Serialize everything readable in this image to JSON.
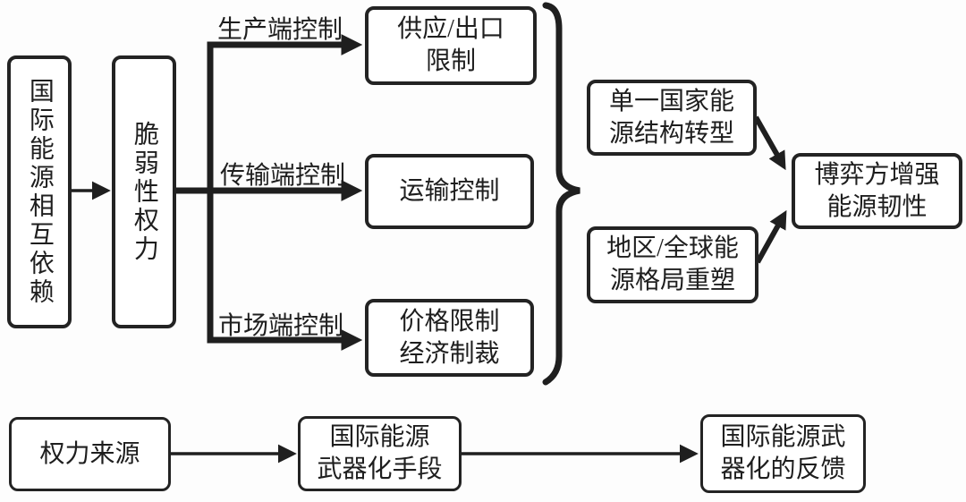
{
  "colors": {
    "ink": "#1f1f1f",
    "box_border": "#232323",
    "background": "#fdfdfd"
  },
  "nodes": {
    "interdependence": "国际能源相互依赖",
    "vulnerability": "脆弱性权力",
    "supply_export_restriction": "供应/出口\n限制",
    "transport_control": "运输控制",
    "price_limit_sanctions": "价格限制\n经济制裁",
    "single_country_transition": "单一国家能\n源结构转型",
    "regional_global_reshape": "地区/全球能\n源格局重塑",
    "resilience": "博弈方增强\n能源韧性",
    "power_source": "权力来源",
    "weaponization_means": "国际能源\n武器化手段",
    "weaponization_feedback": "国际能源武\n器化的反馈"
  },
  "edge_labels": {
    "production": "生产端控制",
    "transmission": "传输端控制",
    "market": "市场端控制"
  }
}
